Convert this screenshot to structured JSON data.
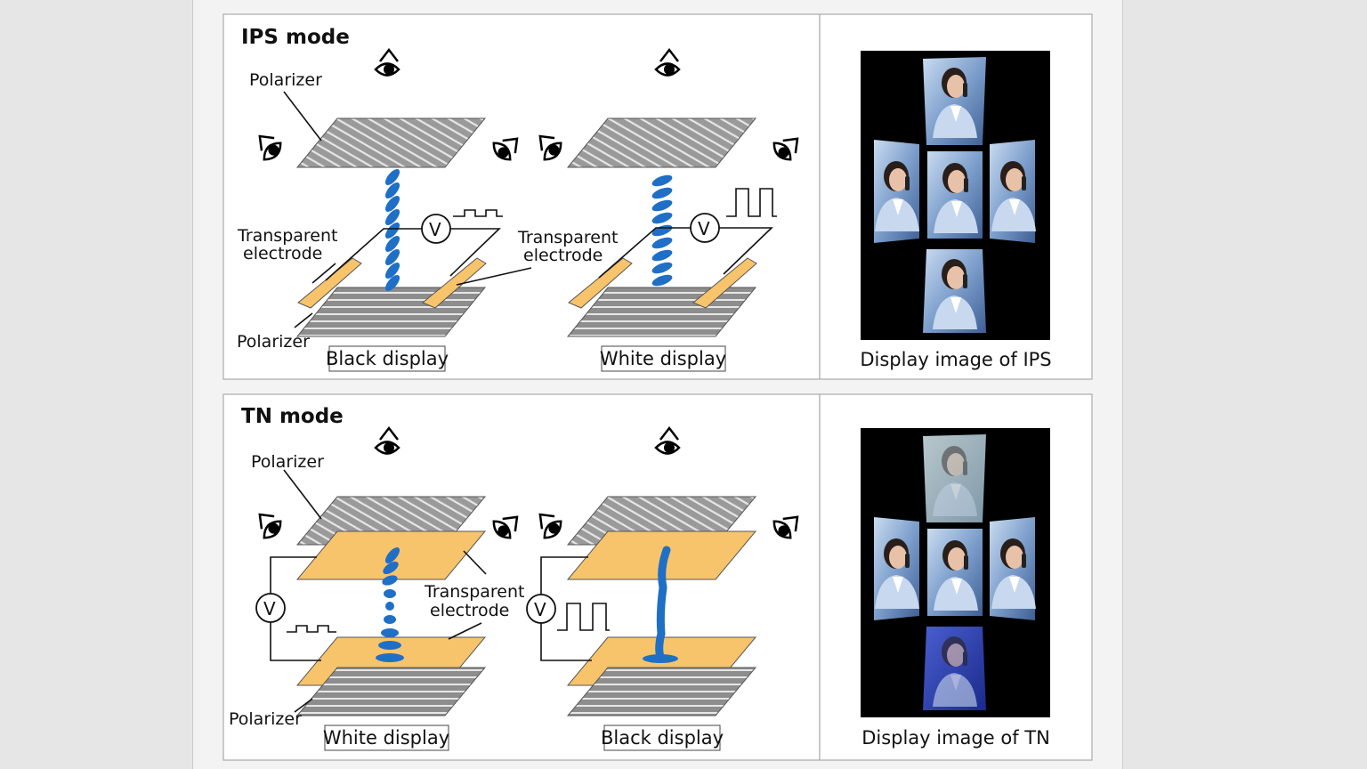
{
  "panels": [
    {
      "id": "ips",
      "title": "IPS mode",
      "left": {
        "polarizer_top": "Polarizer",
        "electrode_line1": "Transparent",
        "electrode_line2": "electrode",
        "polarizer_bottom": "Polarizer",
        "caption": "Black display"
      },
      "right": {
        "electrode_line1": "Transparent",
        "electrode_line2": "electrode",
        "caption": "White display"
      },
      "voltmeter": "V",
      "display_caption": "Display image of IPS"
    },
    {
      "id": "tn",
      "title": "TN mode",
      "left": {
        "polarizer_top": "Polarizer",
        "polarizer_bottom": "Polarizer",
        "caption": "White display"
      },
      "right": {
        "electrode_line1": "Transparent",
        "electrode_line2": "electrode",
        "caption": "Black display"
      },
      "voltmeter": "V",
      "display_caption": "Display image of  TN"
    }
  ],
  "colors": {
    "polarizer_fill": "#9a9a9a",
    "electrode_fill": "#f7c46b",
    "liquid_crystal": "#1f6fc7",
    "display_bg": "#000000",
    "photo_tone": "#8fb0d8"
  },
  "icons": [
    "eye-icon"
  ]
}
